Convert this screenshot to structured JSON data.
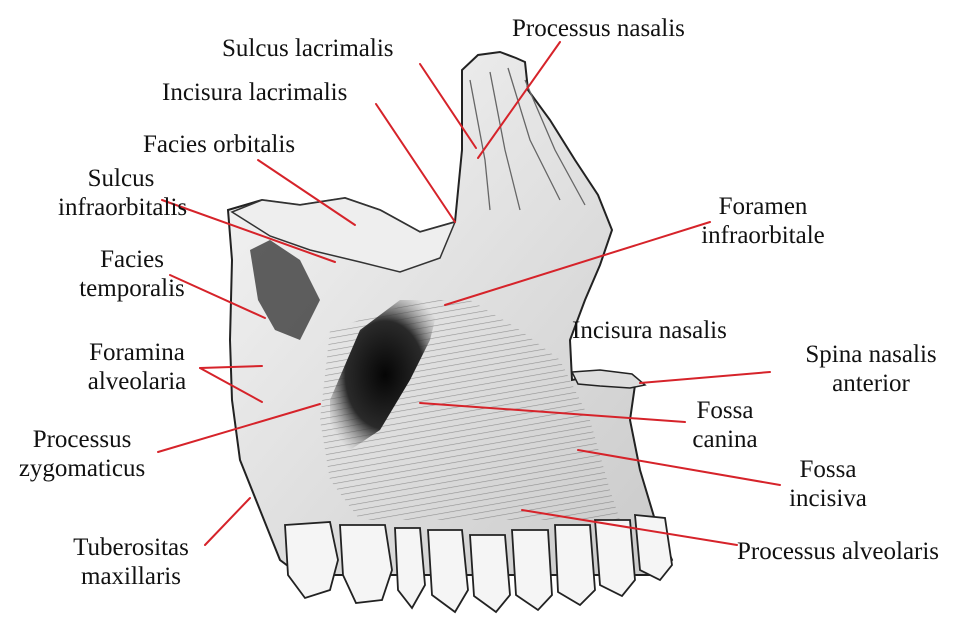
{
  "colors": {
    "leader": "#d6232a",
    "bone_fill": "#f2f2f2",
    "bone_shade": "#b8b8b8",
    "ink": "#111111",
    "dark": "#0c0c0c"
  },
  "labels": {
    "processus_nasalis": "Processus nasalis",
    "sulcus_lacrimalis": "Sulcus lacrimalis",
    "incisura_lacrimalis": "Incisura lacrimalis",
    "facies_orbitalis": "Facies orbitalis",
    "sulcus_infraorbitalis_1": "Sulcus",
    "sulcus_infraorbitalis_2": "infraorbitalis",
    "facies_temporalis_1": "Facies",
    "facies_temporalis_2": "temporalis",
    "foramina_alveolaria_1": "Foramina",
    "foramina_alveolaria_2": "alveolaria",
    "processus_zygomaticus_1": "Processus",
    "processus_zygomaticus_2": "zygomaticus",
    "tuberositas_maxillaris_1": "Tuberositas",
    "tuberositas_maxillaris_2": "maxillaris",
    "foramen_infraorbitale_1": "Foramen",
    "foramen_infraorbitale_2": "infraorbitale",
    "incisura_nasalis": "Incisura nasalis",
    "spina_nasalis_anterior_1": "Spina nasalis",
    "spina_nasalis_anterior_2": "anterior",
    "fossa_canina_1": "Fossa",
    "fossa_canina_2": "canina",
    "fossa_incisiva_1": "Fossa",
    "fossa_incisiva_2": "incisiva",
    "processus_alveolaris": "Processus alveolaris"
  }
}
